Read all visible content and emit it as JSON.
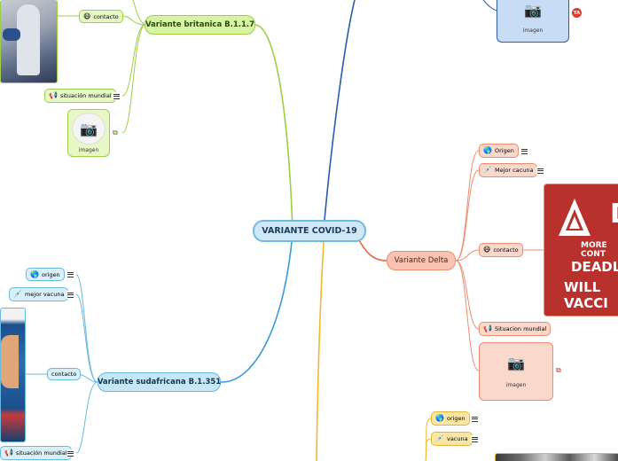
{
  "central": {
    "label": "VARIANTE COVID-19"
  },
  "branches": {
    "britanica": {
      "label": "Variante britanica B.1.1.7",
      "children": {
        "contacto": "contacto",
        "situacion": "situación mundial",
        "imagen": "imagen"
      }
    },
    "sudafricana": {
      "label": "Variante sudafricana B.1.351",
      "children": {
        "origen": "origen",
        "vacuna": "mejor vacuna",
        "contacto": "contacto",
        "situacion": "situación mundial"
      }
    },
    "delta": {
      "label": "Variante Delta",
      "children": {
        "origen": "Origen",
        "vacuna": "Mejor cacuna",
        "contacto": "contacto",
        "situacion": "Situacion mundial",
        "imagen": "imagen"
      },
      "ad": {
        "line1": "DE",
        "line2": "MORE CONT",
        "line3": "DEADLIER",
        "line4": "WILL VACCI"
      }
    },
    "yellow": {
      "children": {
        "origen": "origen",
        "vacuna": "vacuna"
      }
    },
    "top": {
      "imagen": "imagen",
      "badge": "TA"
    }
  },
  "colors": {
    "central": "#74b9e0",
    "britanica": "#9ccf45",
    "sudafricana": "#68b9e0",
    "delta": "#ec8d71",
    "yellow": "#e3b53f",
    "top": "#2a5db0"
  }
}
